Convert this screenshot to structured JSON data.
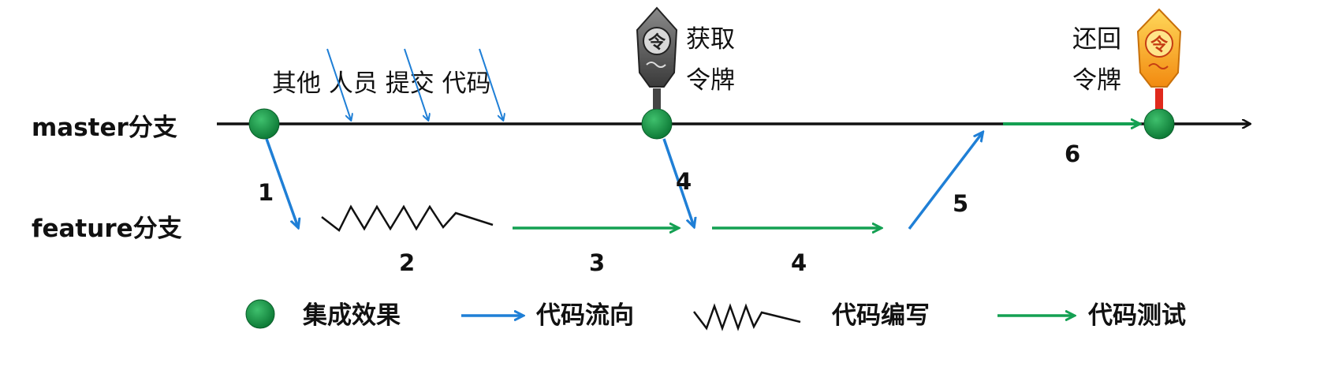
{
  "branches": {
    "master_label": "master分支",
    "feature_label": "feature分支"
  },
  "annotations": {
    "others_commit": "其他 人员 提交 代码",
    "acquire_token": [
      "获取",
      "令牌"
    ],
    "return_token": [
      "还回",
      "令牌"
    ],
    "token_glyph": "令"
  },
  "steps": [
    "1",
    "2",
    "3",
    "4",
    "4",
    "5",
    "6"
  ],
  "legend": {
    "integration": "集成效果",
    "code_flow": "代码流向",
    "code_writing": "代码编写",
    "code_testing": "代码测试"
  },
  "colors": {
    "master_line": "#111111",
    "code_flow": "#1f7fd6",
    "code_testing": "#14a052",
    "node_fill": "#1a9a4a",
    "token_dark": "#555555",
    "token_gold": "#f6b21d"
  }
}
